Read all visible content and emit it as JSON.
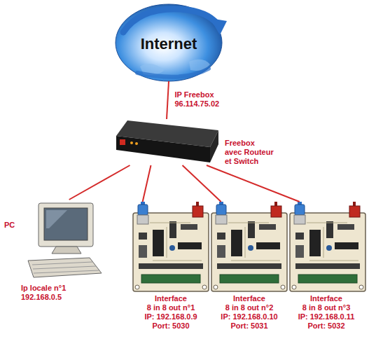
{
  "diagram": {
    "nodes": [
      {
        "text": [
          "Internet"
        ]
      },
      {
        "text": [
          "Freebox",
          "avec Routeur",
          "et Switch"
        ]
      },
      {
        "text": [
          "PC",
          "Ip locale n°1",
          "192.168.0.5"
        ]
      },
      {
        "text": [
          "Interface",
          "8 in 8 out n°1",
          "IP: 192.168.0.9",
          "Port: 5030"
        ]
      },
      {
        "text": [
          "Interface",
          "8 in 8 out n°2",
          "IP: 192.168.0.10",
          "Port: 5031"
        ]
      },
      {
        "text": [
          "Interface",
          "8 in 8 out n°3",
          "IP: 192.168.0.11",
          "Port: 5032"
        ]
      }
    ],
    "edges": [
      {
        "from": 0,
        "to": 1,
        "arrow": "none",
        "label": "IP Freebox 96.114.75.02"
      },
      {
        "from": 1,
        "to": 2,
        "arrow": "none"
      },
      {
        "from": 1,
        "to": 3,
        "arrow": "none"
      },
      {
        "from": 1,
        "to": 4,
        "arrow": "none"
      },
      {
        "from": 1,
        "to": 5,
        "arrow": "none"
      }
    ]
  }
}
